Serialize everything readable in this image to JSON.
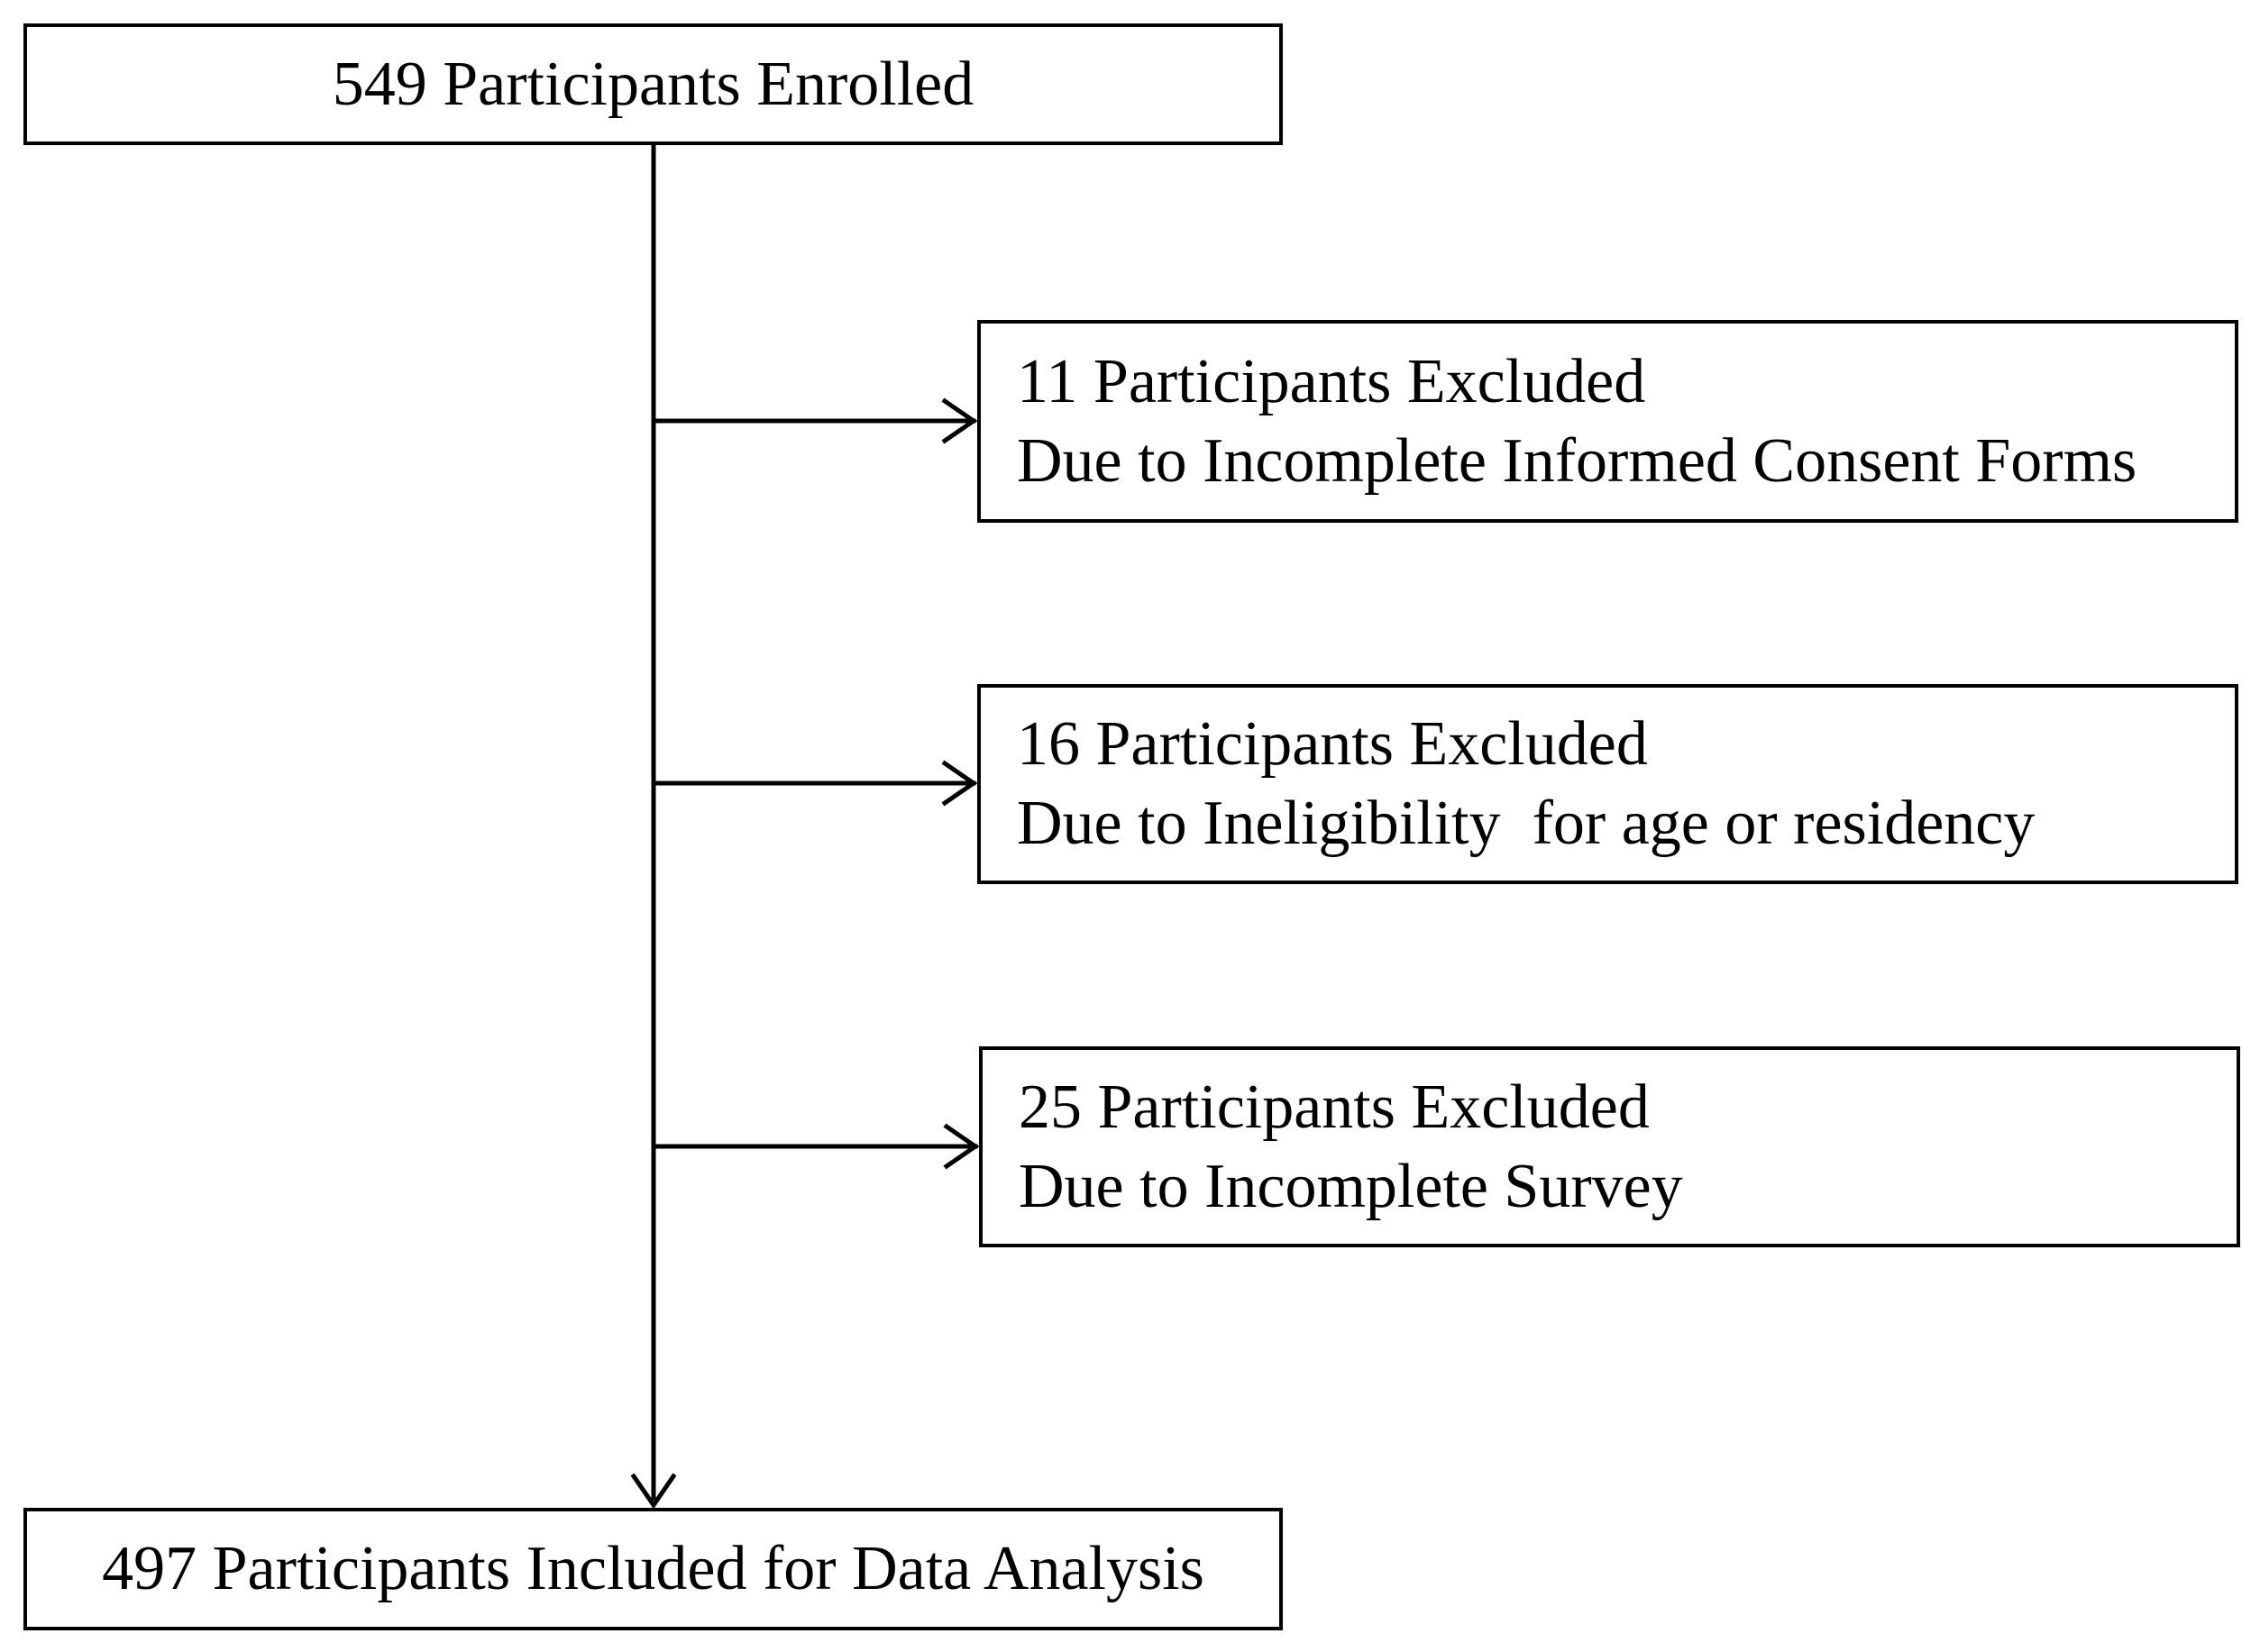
{
  "flowchart": {
    "enrolled": {
      "text": "549 Participants Enrolled"
    },
    "exclusions": [
      {
        "line1": "11 Participants Excluded",
        "line2": "Due to Incomplete Informed Consent Forms"
      },
      {
        "line1": "16 Participants Excluded",
        "line2": "Due to Ineligibility  for age or residency"
      },
      {
        "line1": "25 Participants Excluded",
        "line2": "Due to Incomplete Survey"
      }
    ],
    "included": {
      "text": "497 Participants Included for Data Analysis"
    }
  }
}
